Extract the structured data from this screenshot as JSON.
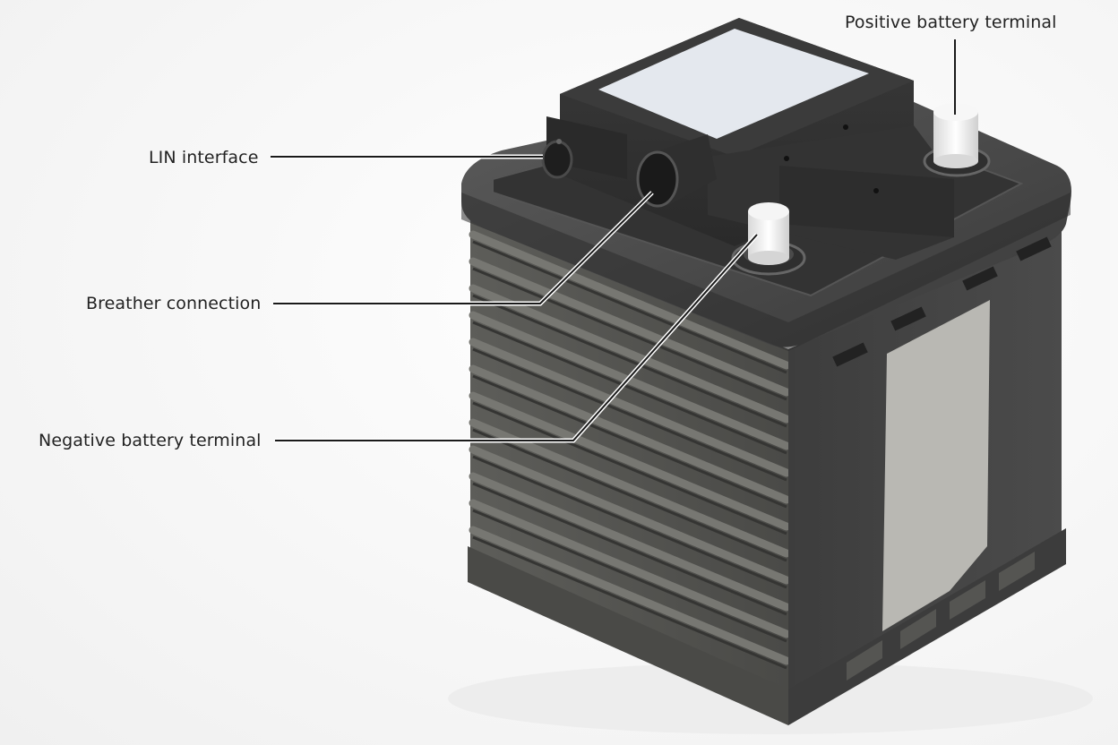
{
  "diagram": {
    "subject": "Vehicle battery with monitoring module",
    "colors": {
      "background": "#ffffff",
      "housing_dark": "#3e3e3e",
      "housing_mid": "#5a5a5a",
      "housing_ribs": "#6b6b67",
      "label_panel": "#e4e8ee",
      "side_label": "#b9b8b3",
      "terminal_cap": "#f2f2f2",
      "leader_line": "#1a1a1a",
      "label_text": "#222222"
    },
    "callouts": [
      {
        "id": "positive",
        "label": "Positive battery terminal"
      },
      {
        "id": "lin",
        "label": "LIN interface"
      },
      {
        "id": "breather",
        "label": "Breather connection"
      },
      {
        "id": "negative",
        "label": "Negative battery terminal"
      }
    ]
  }
}
